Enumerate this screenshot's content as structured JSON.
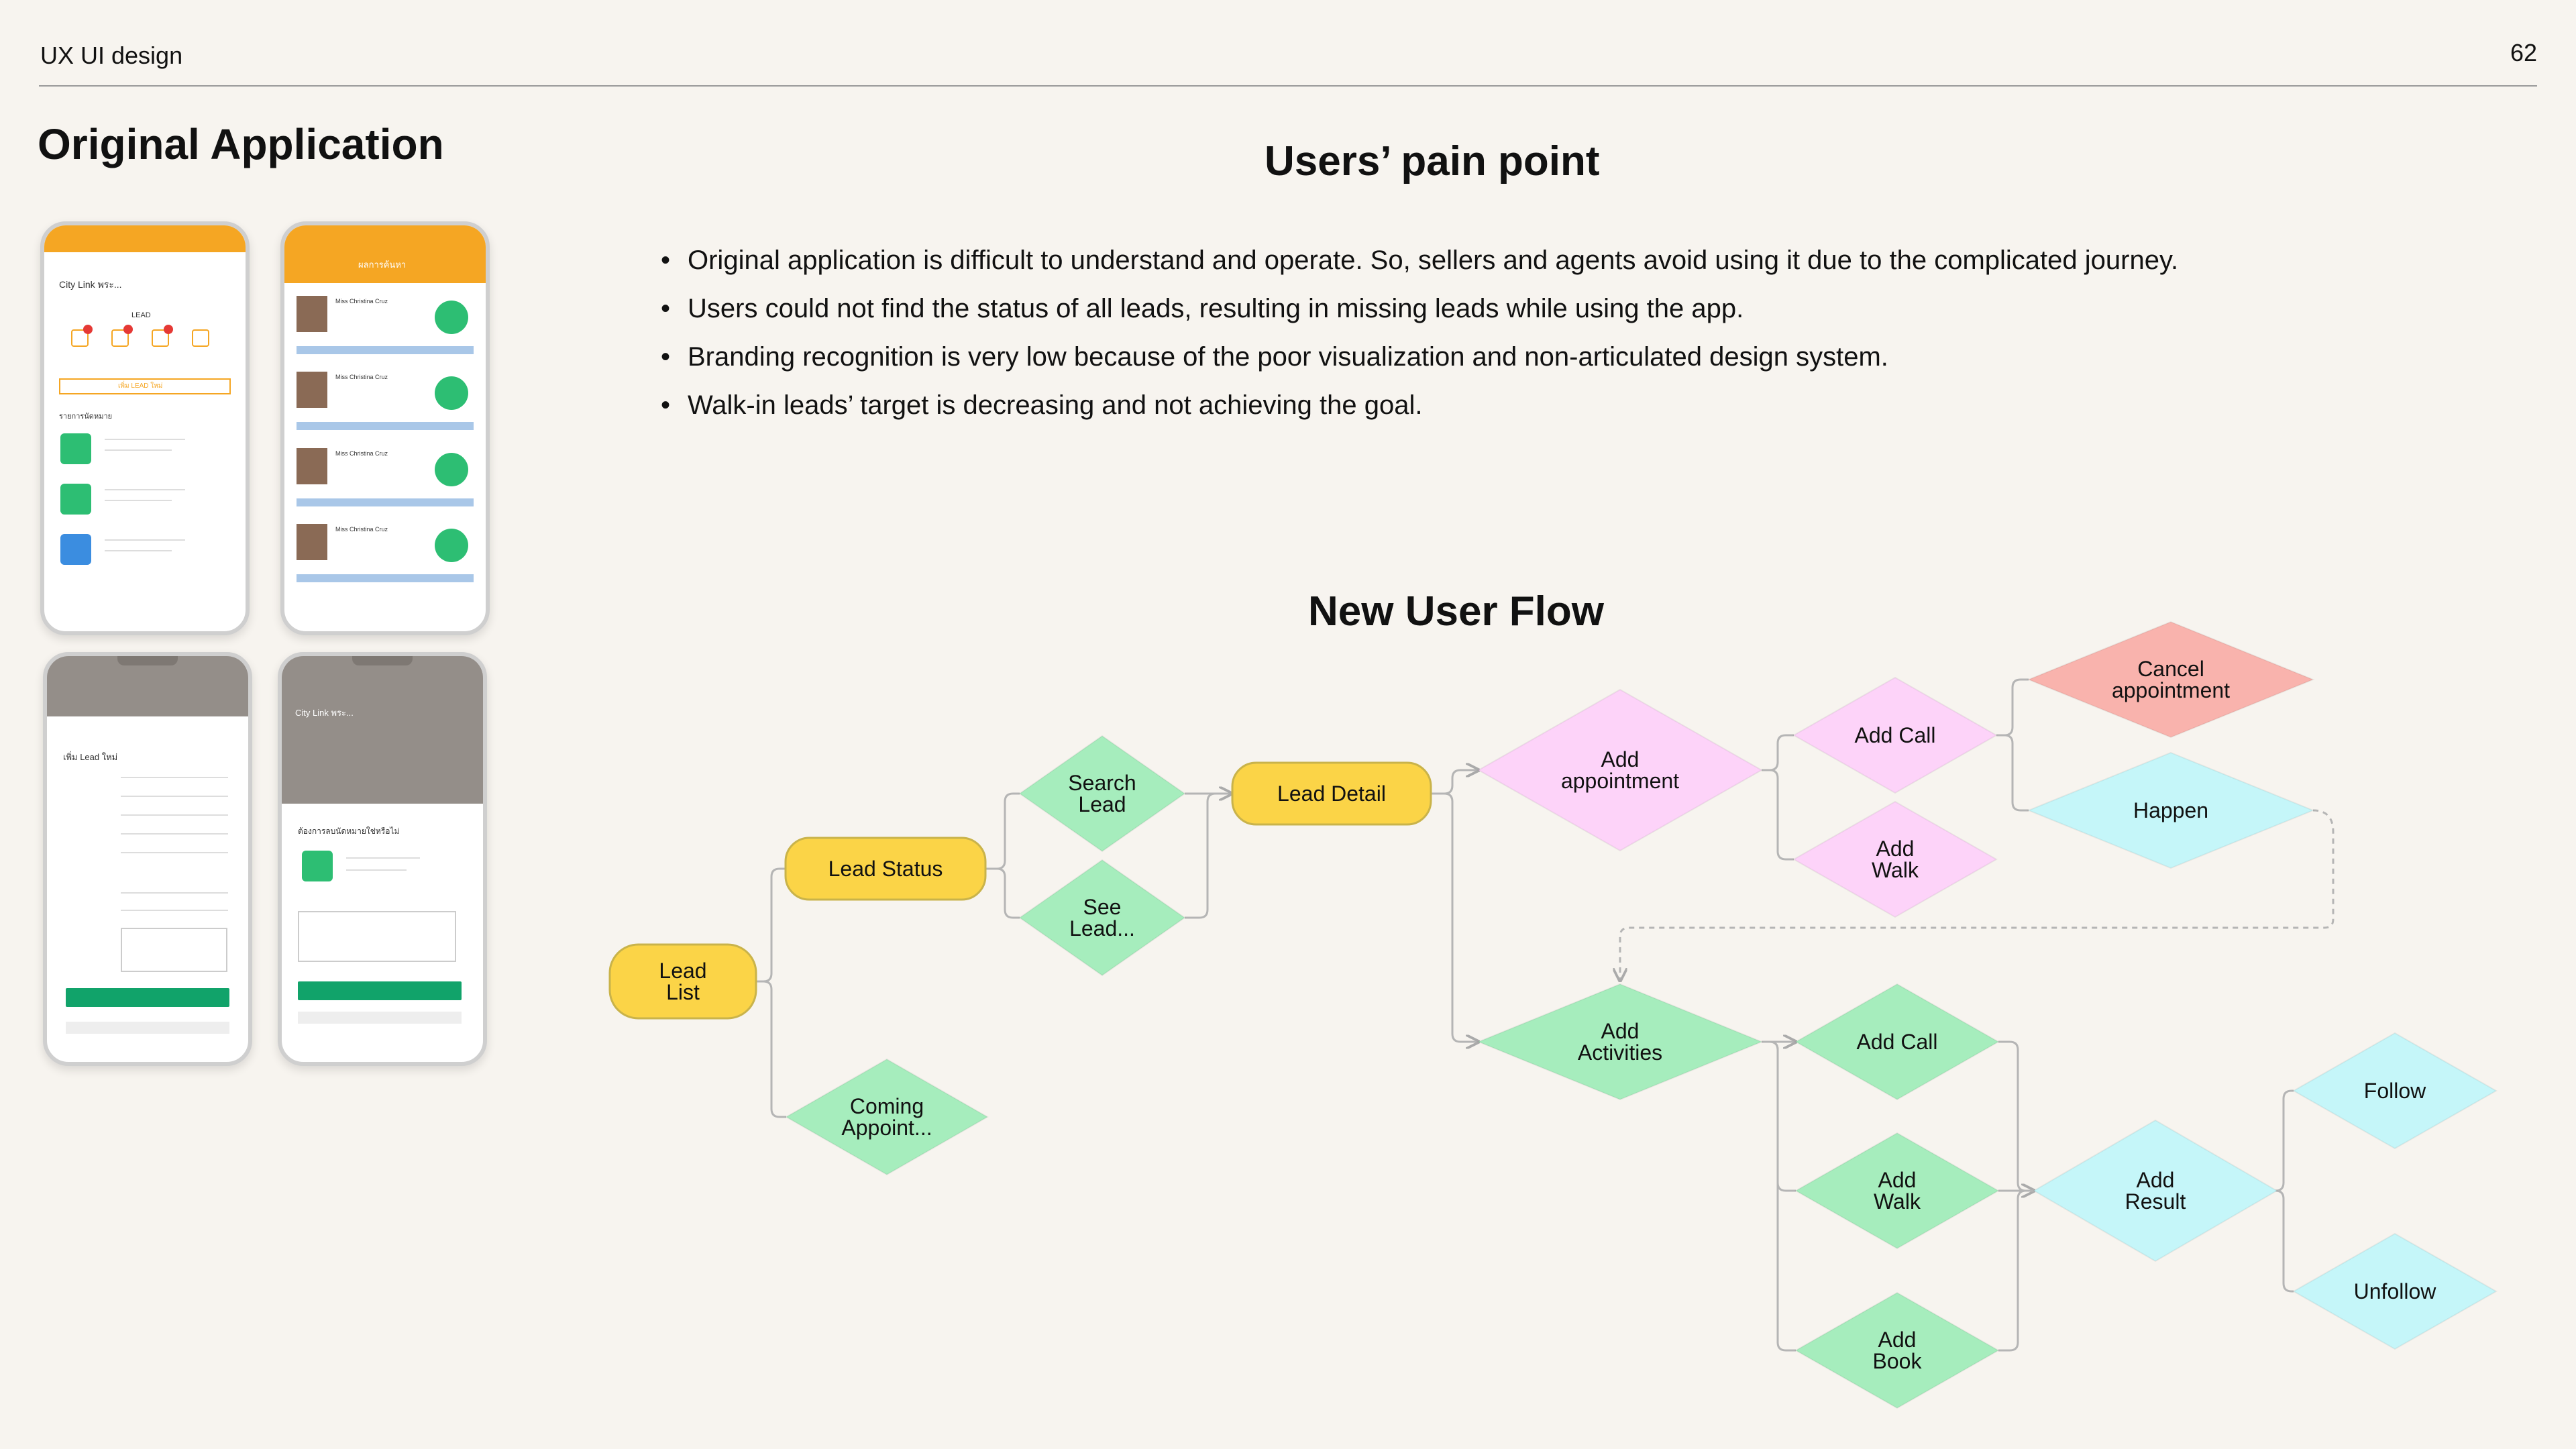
{
  "header": {
    "label": "UX UI design",
    "page_number": "62"
  },
  "sections": {
    "original_title": "Original Application",
    "pain_title": "Users’ pain point",
    "flow_title": "New User Flow"
  },
  "pain_points": [
    "Original application is difficult to understand and operate. So, sellers and agents avoid using it due to the complicated journey.",
    "Users could not find the status of all leads, resulting in missing leads while using the app.",
    "Branding recognition is very low because of the poor visualization and non-articulated design system.",
    "Walk-in leads’ target is decreasing and not achieving the goal."
  ],
  "phones": {
    "p1": {
      "header": "City Link พระ...",
      "section": "LEAD",
      "add": "เพิ่ม LEAD ใหม่",
      "list_title": "รายการนัดหมาย"
    },
    "p2": {
      "title": "ผลการค้นหา",
      "name": "Miss Christina Cruz"
    },
    "p3": {
      "title": "เพิ่ม Lead ใหม่"
    },
    "p4": {
      "header": "City Link พระ...",
      "question": "ต้องการลบนัดหมายใช่หรือไม่"
    }
  },
  "flow": {
    "nodes": [
      {
        "id": "lead-list",
        "label": [
          "Lead",
          "List"
        ]
      },
      {
        "id": "lead-status",
        "label": [
          "Lead Status"
        ]
      },
      {
        "id": "search-lead",
        "label": [
          "Search",
          "Lead"
        ]
      },
      {
        "id": "see-lead",
        "label": [
          "See",
          "Lead..."
        ]
      },
      {
        "id": "coming-appoint",
        "label": [
          "Coming",
          "Appoint..."
        ]
      },
      {
        "id": "lead-detail",
        "label": [
          "Lead Detail"
        ]
      },
      {
        "id": "add-appointment",
        "label": [
          "Add",
          "appointment"
        ]
      },
      {
        "id": "add-call-1",
        "label": [
          "Add Call"
        ]
      },
      {
        "id": "add-walk-1",
        "label": [
          "Add",
          "Walk"
        ]
      },
      {
        "id": "cancel-appointment",
        "label": [
          "Cancel",
          "appointment"
        ]
      },
      {
        "id": "happen",
        "label": [
          "Happen"
        ]
      },
      {
        "id": "add-activities",
        "label": [
          "Add",
          "Activities"
        ]
      },
      {
        "id": "add-call-2",
        "label": [
          "Add Call"
        ]
      },
      {
        "id": "add-walk-2",
        "label": [
          "Add",
          "Walk"
        ]
      },
      {
        "id": "add-book",
        "label": [
          "Add",
          "Book"
        ]
      },
      {
        "id": "add-result",
        "label": [
          "Add",
          "Result"
        ]
      },
      {
        "id": "follow",
        "label": [
          "Follow"
        ]
      },
      {
        "id": "unfollow",
        "label": [
          "Unfollow"
        ]
      }
    ],
    "colors": {
      "yellow": "#fbd447",
      "green": "#a6edbd",
      "pink": "#fdd3f9",
      "red": "#f9b3ad",
      "cyan": "#c5f6f9",
      "border": "#c9b34a"
    }
  }
}
